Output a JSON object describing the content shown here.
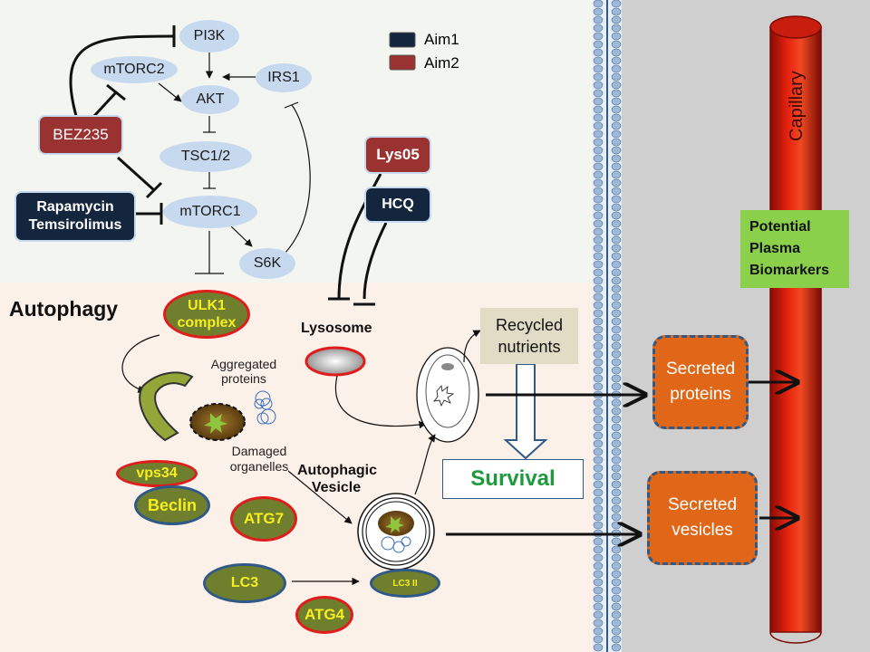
{
  "legend": [
    {
      "label": "Aim1",
      "color": "#14263e"
    },
    {
      "label": "Aim2",
      "color": "#9b3232"
    }
  ],
  "pathway": {
    "pi3k": "PI3K",
    "mtorc2": "mTORC2",
    "irs1": "IRS1",
    "akt": "AKT",
    "tsc": "TSC1/2",
    "mtorc1": "mTORC1",
    "s6k": "S6K"
  },
  "drugs": {
    "bez235": "BEZ235",
    "rapamycin_line1": "Rapamycin",
    "rapamycin_line2": "Temsirolimus",
    "lys05": "Lys05",
    "hcq": "HCQ"
  },
  "autophagy": {
    "title": "Autophagy",
    "ulk1_line1": "ULK1",
    "ulk1_line2": "complex",
    "aggregated_line1": "Aggregated",
    "aggregated_line2": "proteins",
    "damaged_line1": "Damaged",
    "damaged_line2": "organelles",
    "vps34": "vps34",
    "beclin": "Beclin",
    "atg7": "ATG7",
    "lc3": "LC3",
    "atg4": "ATG4",
    "lc3ii": "LC3 II",
    "vesicle_line1": "Autophagic",
    "vesicle_line2": "Vesicle",
    "lysosome": "Lysosome",
    "recycled_line1": "Recycled",
    "recycled_line2": "nutrients",
    "survival": "Survival"
  },
  "secretion": {
    "proteins_line1": "Secreted",
    "proteins_line2": "proteins",
    "vesicles_line1": "Secreted",
    "vesicles_line2": "vesicles"
  },
  "capillary": {
    "label": "Capillary",
    "biomarkers_line1": "Potential",
    "biomarkers_line2": "Plasma",
    "biomarkers_line3": "Biomarkers"
  },
  "colors": {
    "aim1_navy": "#14263e",
    "aim2_red": "#9b3232",
    "survival_green": "#1e9a3c",
    "capillary_red": "#d81a0e",
    "secreted_orange": "#e06618",
    "biomarker_green": "#8ad04a",
    "membrane_blue": "#9fb8d8"
  }
}
